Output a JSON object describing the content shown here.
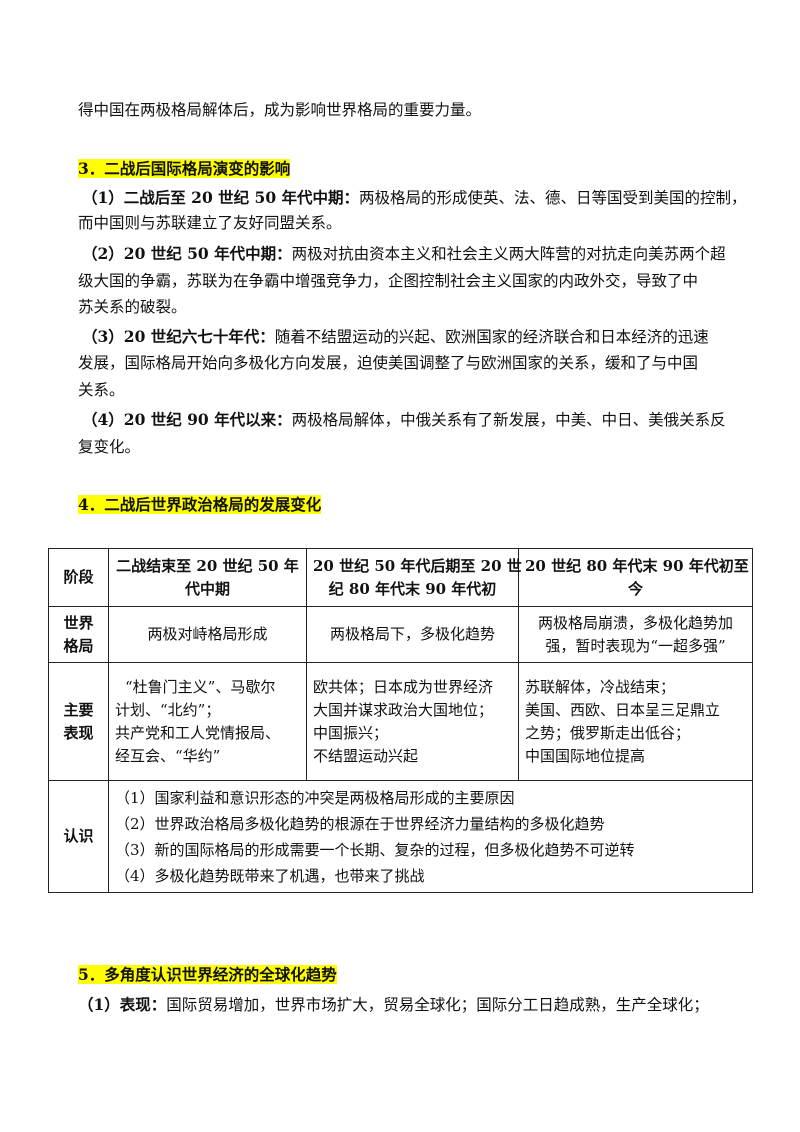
{
  "intro": {
    "line1": "得中国在两极格局解体后，成为影响世界格局的重要力量。"
  },
  "section3": {
    "heading": "3．二战后国际格局演变的影响",
    "items": [
      {
        "label": "（1）二战后至 20 世纪 50 年代中期：",
        "lines": [
          "两极格局的形成使英、法、德、日等国受到美国的控制，",
          "而中国则与苏联建立了友好同盟关系。"
        ]
      },
      {
        "label": "（2）20 世纪 50 年代中期：",
        "lines": [
          "两极对抗由资本主义和社会主义两大阵营的对抗走向美苏两个超",
          "级大国的争霸，苏联为在争霸中增强竞争力，企图控制社会主义国家的内政外交，导致了中",
          "苏关系的破裂。"
        ]
      },
      {
        "label": "（3）20 世纪六七十年代：",
        "lines": [
          "随着不结盟运动的兴起、欧洲国家的经济联合和日本经济的迅速",
          "发展，国际格局开始向多极化方向发展，迫使美国调整了与欧洲国家的关系，缓和了与中国",
          "关系。"
        ]
      },
      {
        "label": "（4）20 世纪 90 年代以来：",
        "lines": [
          "两极格局解体，中俄关系有了新发展，中美、中日、美俄关系反",
          "复变化。"
        ]
      }
    ]
  },
  "section4": {
    "heading": "4．二战后世界政治格局的发展变化",
    "table": {
      "header": {
        "col0": "阶段",
        "col1": [
          "二战结束至 20 世纪 50 年",
          "代中期"
        ],
        "col2": [
          "20 世纪 50 年代后期至 20 世",
          "纪 80 年代末 90 年代初"
        ],
        "col3": [
          "20 世纪 80 年代末 90 年代初至",
          "今"
        ]
      },
      "row_pattern": {
        "label": [
          "世界",
          "格局"
        ],
        "col1": "两极对峙格局形成",
        "col2": "两极格局下，多极化趋势",
        "col3": [
          "两极格局崩溃，多极化趋势加",
          "强，暂时表现为“一超多强”"
        ]
      },
      "row_performance": {
        "label": [
          "主要",
          "表现"
        ],
        "col1": [
          "“杜鲁门主义”、马歇尔",
          "计划、“北约”；",
          "共产党和工人党情报局、",
          "经互会、“华约”"
        ],
        "col2": [
          "欧共体；日本成为世界经济",
          "大国并谋求政治大国地位；",
          "中国振兴；",
          "不结盟运动兴起"
        ],
        "col3": [
          "苏联解体，冷战结束；",
          "美国、西欧、日本呈三足鼎立",
          "之势；俄罗斯走出低谷；",
          "中国国际地位提高"
        ]
      },
      "row_understanding": {
        "label": "认识",
        "lines": [
          "（1）国家利益和意识形态的冲突是两极格局形成的主要原因",
          "（2）世界政治格局多极化趋势的根源在于世界经济力量结构的多极化趋势",
          "（3）新的国际格局的形成需要一个长期、复杂的过程，但多极化趋势不可逆转",
          "（4）多极化趋势既带来了机遇，也带来了挑战"
        ]
      }
    }
  },
  "section5": {
    "heading": "5．多角度认识世界经济的全球化趋势",
    "item1_label": "（1）表现：",
    "item1_text": "国际贸易增加，世界市场扩大，贸易全球化；国际分工日趋成熟，生产全球化；"
  },
  "colors": {
    "highlight": "#ffff00",
    "text": "#111111",
    "border": "#222222"
  }
}
